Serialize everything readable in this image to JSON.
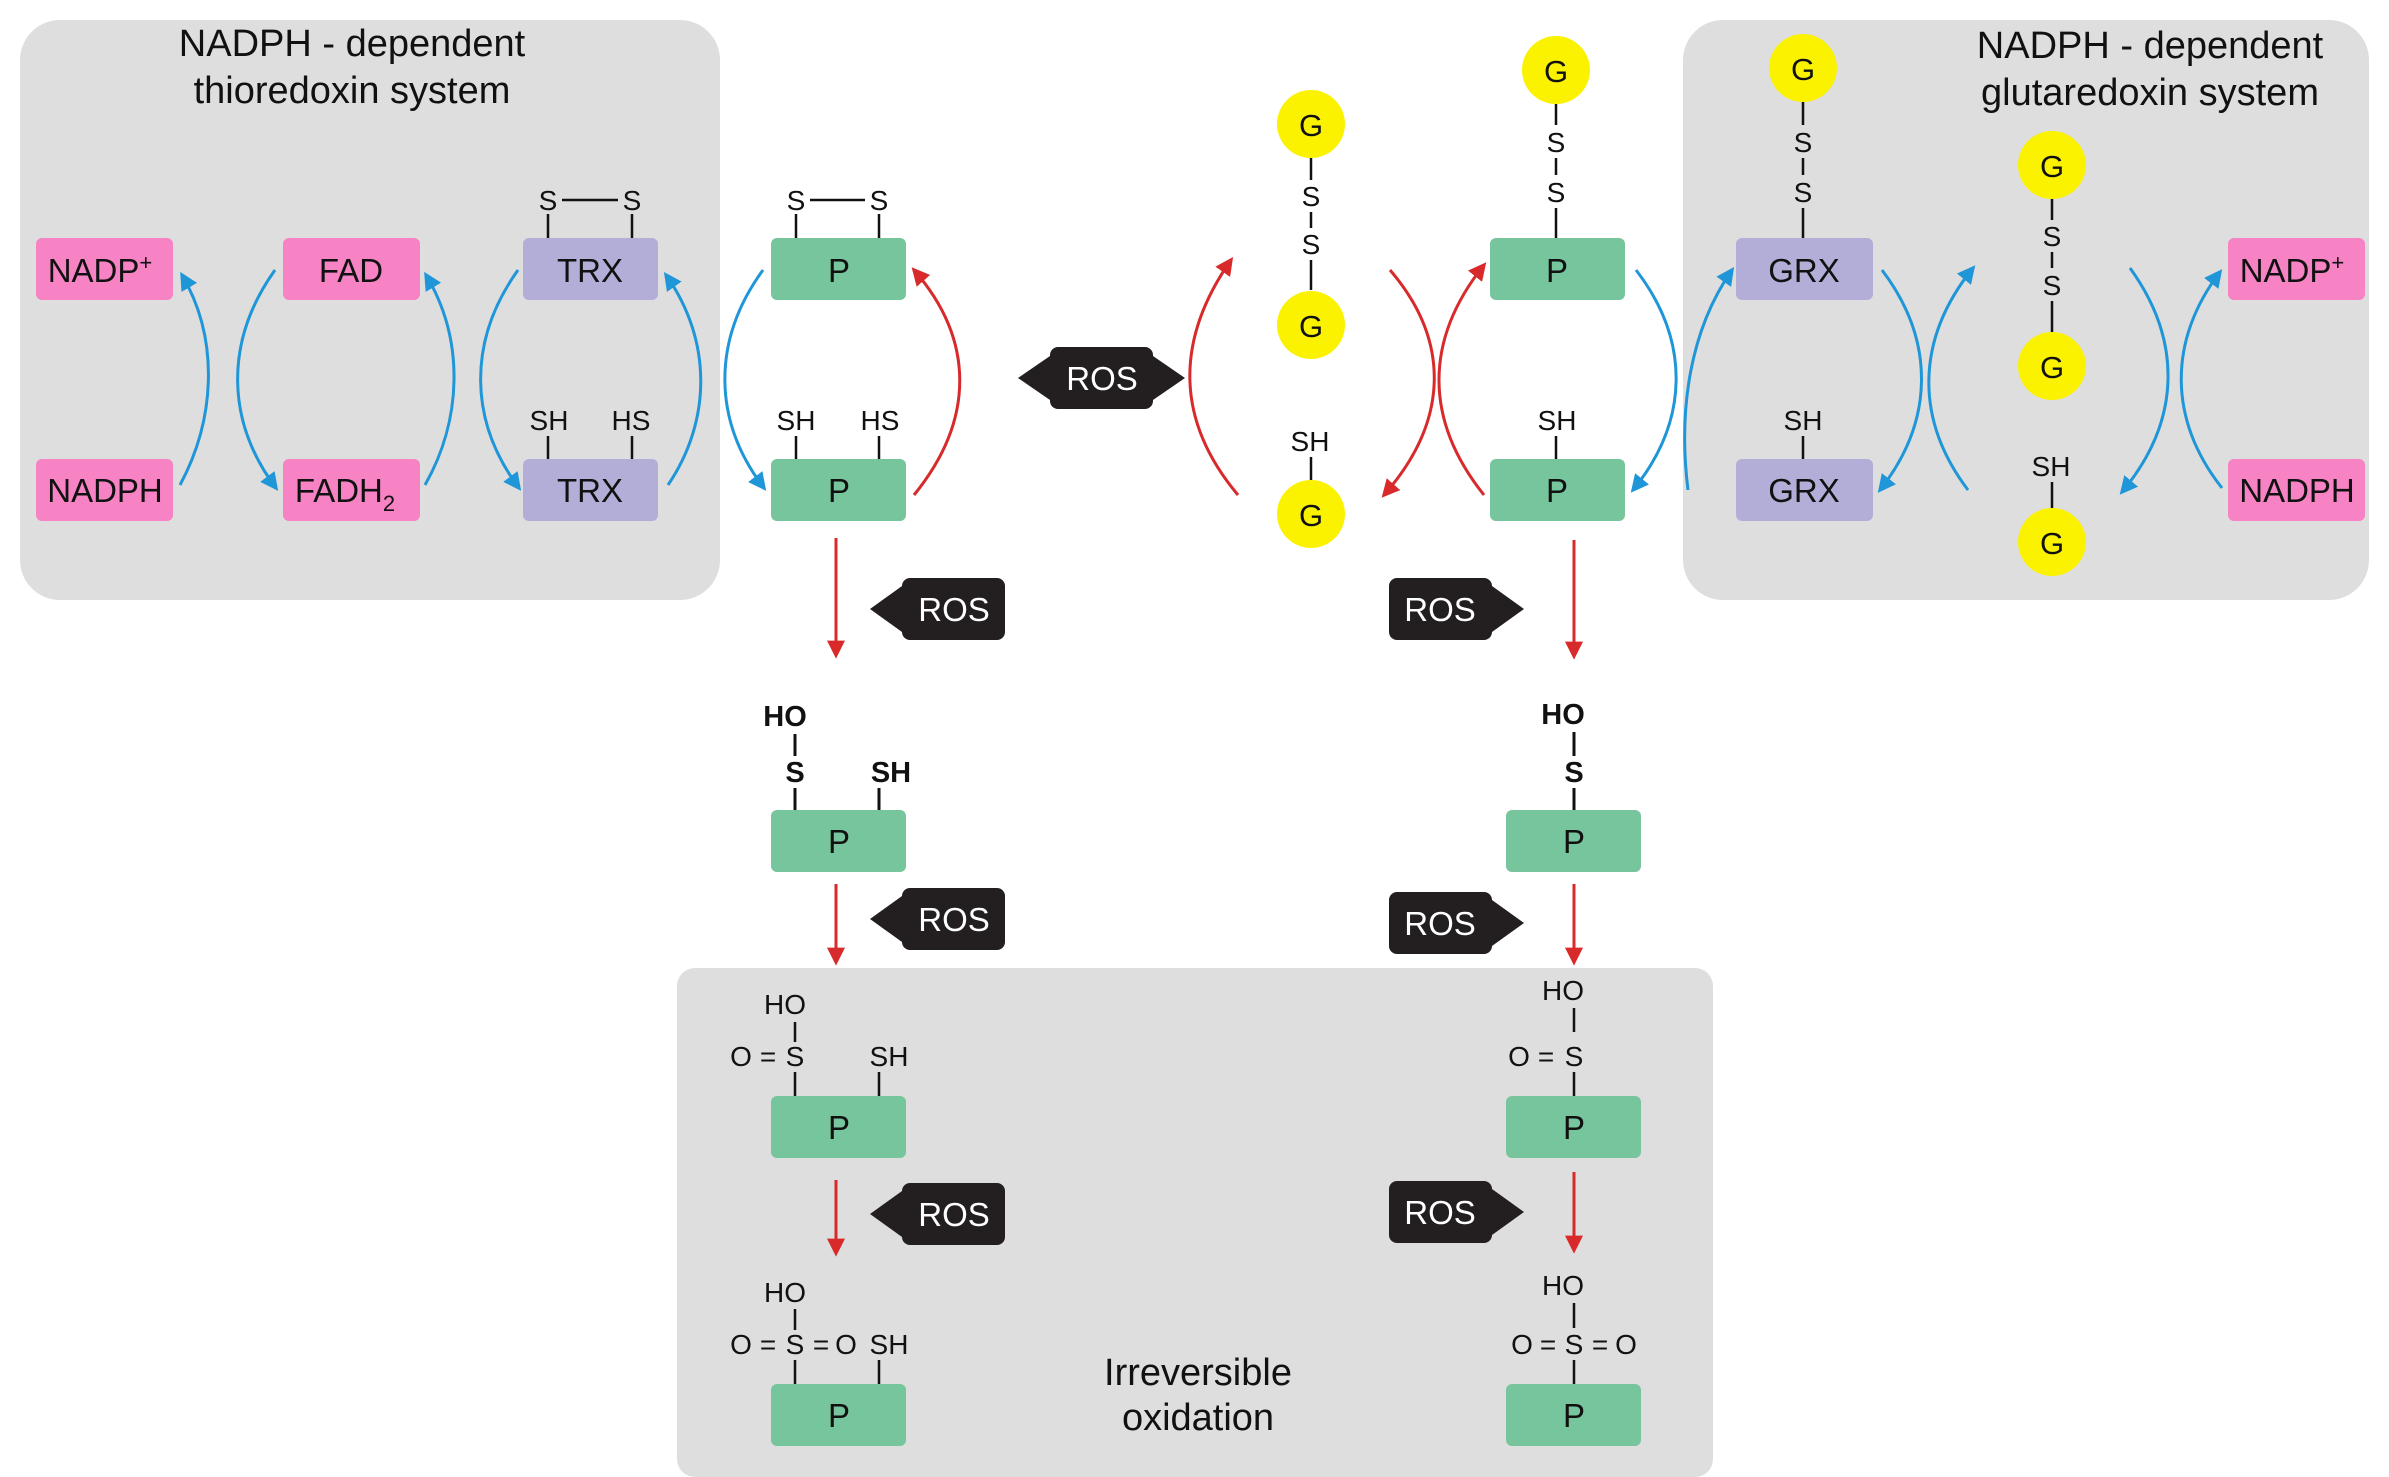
{
  "colors": {
    "panel": "#dedede",
    "pink": "#f783c5",
    "lavender": "#b3aed8",
    "green": "#77c59c",
    "yellow": "#fbf200",
    "blue_arrow": "#1e96d8",
    "red_arrow": "#d82a2a",
    "ros_box": "#231f20"
  },
  "icons": {
    "ros_badge": "black-rounded-box-with-triangle-pointer"
  },
  "panels": {
    "thioredoxin": {
      "title_line1": "NADPH - dependent",
      "title_line2": "thioredoxin system"
    },
    "glutaredoxin": {
      "title_line1": "NADPH - dependent",
      "title_line2": "glutaredoxin system"
    },
    "irreversible": {
      "line1": "Irreversible",
      "line2": "oxidation"
    }
  },
  "labels": {
    "nadp_plus": "NADP",
    "nadp_sup": "+",
    "nadph": "NADPH",
    "fad": "FAD",
    "fadh2": "FADH",
    "fadh2_sub": "2",
    "trx": "TRX",
    "grx": "GRX",
    "protein": "P",
    "glutathione": "G",
    "ros": "ROS"
  },
  "chem": {
    "s": "S",
    "sh": "SH",
    "hs": "HS",
    "ho": "HO",
    "o": "O",
    "bar": "|",
    "dash": "—",
    "dbl": "="
  }
}
